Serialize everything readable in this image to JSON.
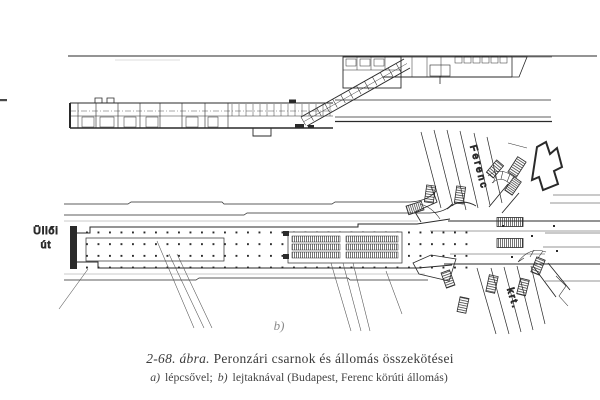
{
  "figure": {
    "panel_b_label": "b)",
    "caption": {
      "figure_number": "2-68. ábra.",
      "title": "Peronzári csarnok és állomás összekötései",
      "sub_a_label": "a)",
      "sub_a_text": "lépcsővel;",
      "sub_b_label": "b)",
      "sub_b_text": "lejtaknával (Budapest, Ferenc körúti állomás)"
    },
    "plan_labels": {
      "street_left_line1": "Üllői",
      "street_left_line2": "út",
      "street_cross_line1": "Ferenc",
      "street_cross_line2": "krt."
    },
    "colors": {
      "paper": "#ffffff",
      "ink": "#2a2a2a",
      "faint_ink": "#8a8a8a",
      "label_gray": "#5f5f5f"
    }
  }
}
